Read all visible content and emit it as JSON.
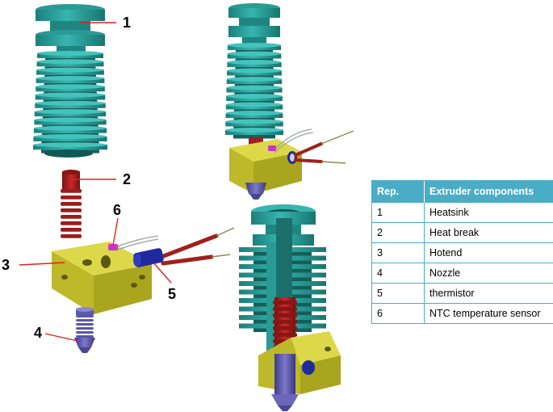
{
  "callouts": [
    {
      "id": "1"
    },
    {
      "id": "2"
    },
    {
      "id": "3"
    },
    {
      "id": "4"
    },
    {
      "id": "5"
    },
    {
      "id": "6"
    }
  ],
  "table": {
    "headers": [
      "Rep.",
      "Extruder components"
    ],
    "rows": [
      {
        "rep": "1",
        "component": "Heatsink"
      },
      {
        "rep": "2",
        "component": "Heat break"
      },
      {
        "rep": "3",
        "component": "Hotend"
      },
      {
        "rep": "4",
        "component": "Nozzle"
      },
      {
        "rep": "5",
        "component": "thermistor"
      },
      {
        "rep": "6",
        "component": "NTC temperature sensor"
      }
    ]
  },
  "colors": {
    "heatsink": "#2fa8a3",
    "heatbreak": "#b22222",
    "hotend": "#c8c62a",
    "nozzle": "#6a66b8",
    "thermistor": "#1f2a9e",
    "sensor": "#cc33cc",
    "leader": "#e02020",
    "table_accent": "#4bacc6"
  }
}
